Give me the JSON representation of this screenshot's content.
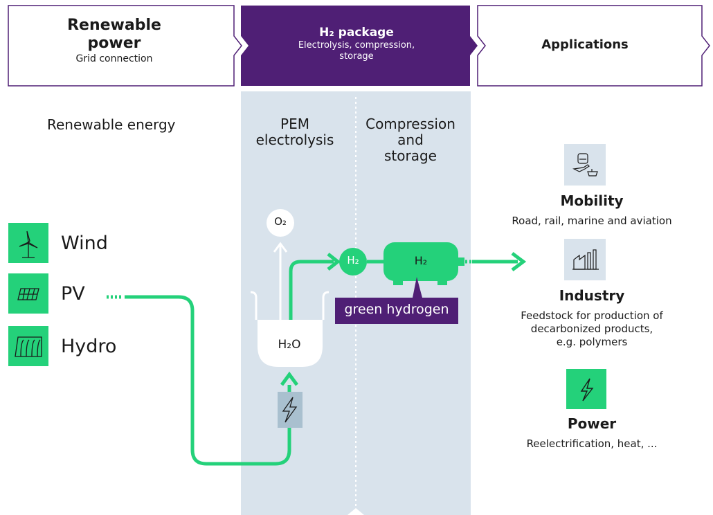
{
  "header": {
    "renewable_title_1": "Renewable",
    "renewable_title_2": "power",
    "renewable_sub": "Grid connection",
    "package_title": "H₂ package",
    "package_sub_1": "Electrolysis, compression,",
    "package_sub_2": "storage",
    "applications_title": "Applications"
  },
  "section_labels": {
    "renewable_energy": "Renewable energy",
    "pem_1": "PEM",
    "pem_2": "electrolysis",
    "comp_1": "Compression",
    "comp_2": "and",
    "comp_3": "storage"
  },
  "sources": [
    {
      "label": "Wind",
      "icon": "wind-turbine-icon"
    },
    {
      "label": "PV",
      "icon": "solar-panel-icon"
    },
    {
      "label": "Hydro",
      "icon": "hydro-dam-icon"
    }
  ],
  "process": {
    "o2": "O₂",
    "h2o": "H₂O",
    "h2_circle": "H₂",
    "h2_tank": "H₂",
    "green_hydrogen": "green hydrogen"
  },
  "applications": [
    {
      "title": "Mobility",
      "desc_1": "Road, rail, marine and aviation",
      "icon": "transport-icon"
    },
    {
      "title": "Industry",
      "desc_1": "Feedstock for production of",
      "desc_2": "decarbonized products,",
      "desc_3": "e.g. polymers",
      "icon": "factory-icon"
    },
    {
      "title": "Power",
      "desc_1": "Reelectrification, heat, ...",
      "icon": "lightning-icon"
    }
  ],
  "colors": {
    "accent_green": "#24d17a",
    "purple": "#4f1f75",
    "band": "#d9e3ec",
    "icon_bg": "#d9e3ec"
  }
}
